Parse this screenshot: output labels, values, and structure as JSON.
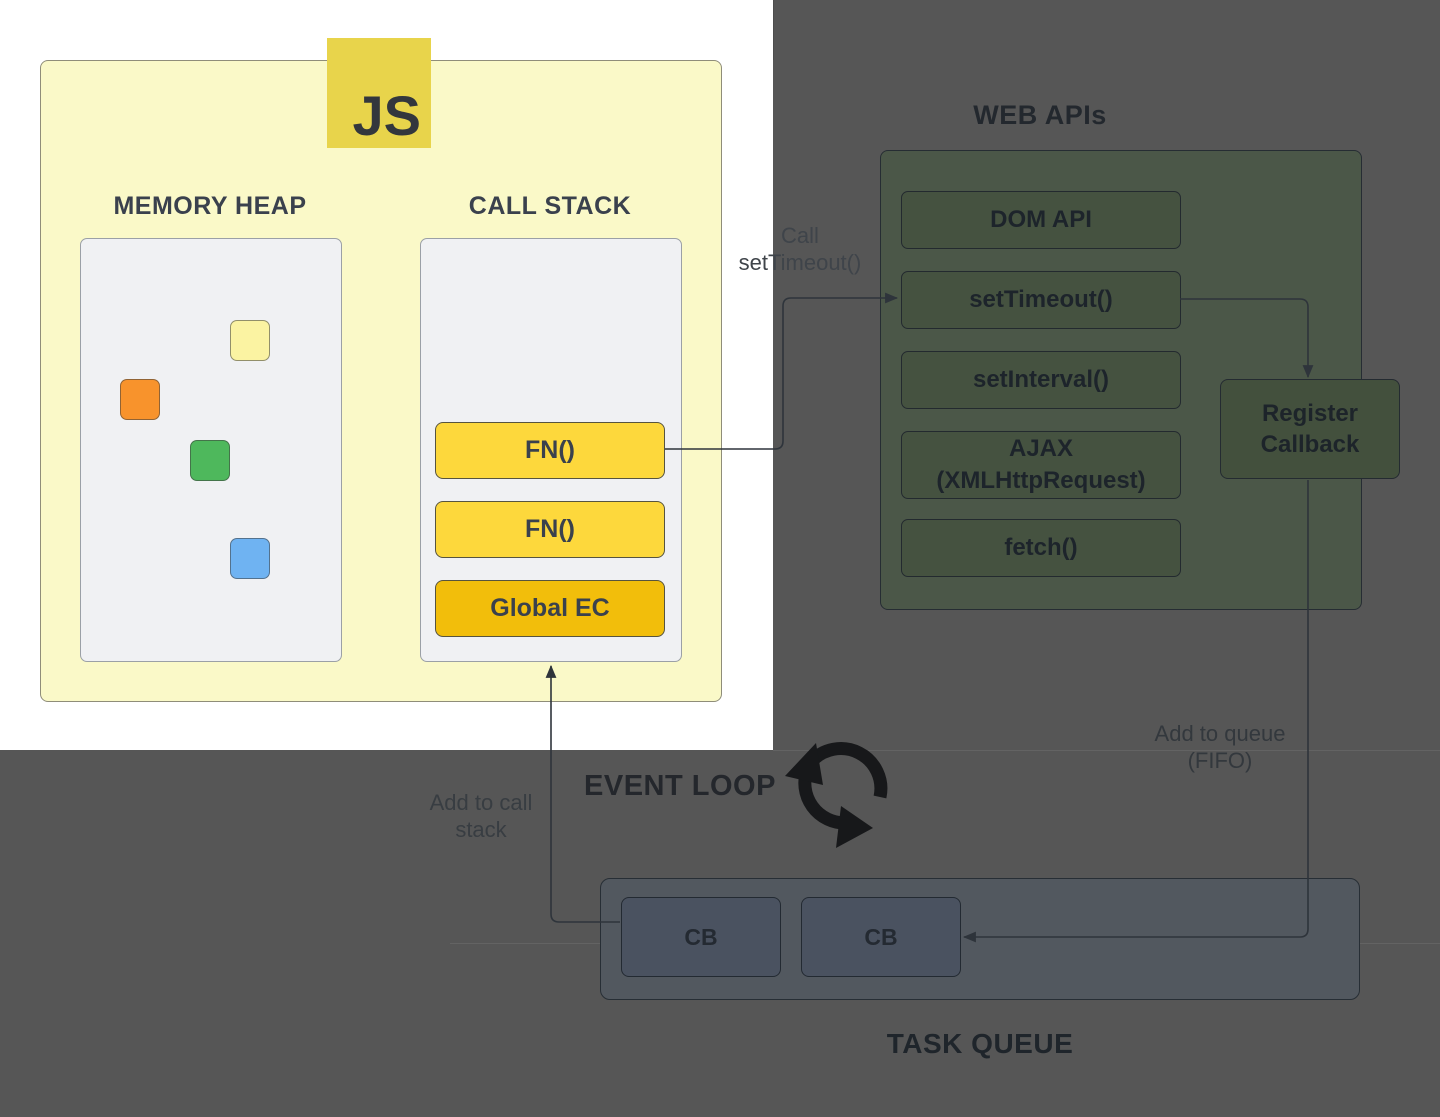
{
  "colors": {
    "background": "#565656",
    "spotlight": "#FFFFFF",
    "js_container": "#FAF9C8",
    "js_badge": "#E8D44B",
    "heap_yellow": "#FBF3A2",
    "heap_orange": "#F8932C",
    "heap_green": "#4EB85C",
    "heap_blue": "#6FB3F2",
    "frame_yellow": "#FDD83C",
    "frame_gold": "#F2BE0B",
    "webapi_panel": "#4B5748",
    "webapi_box": "#455240",
    "register_box": "#43503D",
    "queue_panel": "#52585F",
    "queue_box": "#4A5260",
    "arrow": "#2E343B"
  },
  "js_badge": {
    "label": "JS"
  },
  "memory_heap": {
    "title": "MEMORY HEAP",
    "blocks": [
      {
        "name": "yellow",
        "color": "#FBF3A2"
      },
      {
        "name": "orange",
        "color": "#F8932C"
      },
      {
        "name": "green",
        "color": "#4EB85C"
      },
      {
        "name": "blue",
        "color": "#6FB3F2"
      }
    ]
  },
  "call_stack": {
    "title": "CALL STACK",
    "frames": [
      {
        "label": "FN()",
        "color": "#FDD83C"
      },
      {
        "label": "FN()",
        "color": "#FDD83C"
      },
      {
        "label": "Global EC",
        "color": "#F2BE0B"
      }
    ]
  },
  "web_apis": {
    "title": "WEB APIs",
    "items": [
      {
        "label": "DOM API"
      },
      {
        "label": "setTimeout()"
      },
      {
        "label": "setInterval()"
      },
      {
        "label": "AJAX (XMLHttpRequest)"
      },
      {
        "label": "fetch()"
      }
    ]
  },
  "register_callback": {
    "label": "Register Callback"
  },
  "event_loop": {
    "title": "EVENT LOOP"
  },
  "task_queue": {
    "title": "TASK QUEUE",
    "items": [
      {
        "label": "CB"
      },
      {
        "label": "CB"
      }
    ]
  },
  "annotations": {
    "call_settimeout": "Call setTimeout()",
    "add_to_queue": "Add to queue (FIFO)",
    "add_to_call_stack": "Add to call stack"
  }
}
